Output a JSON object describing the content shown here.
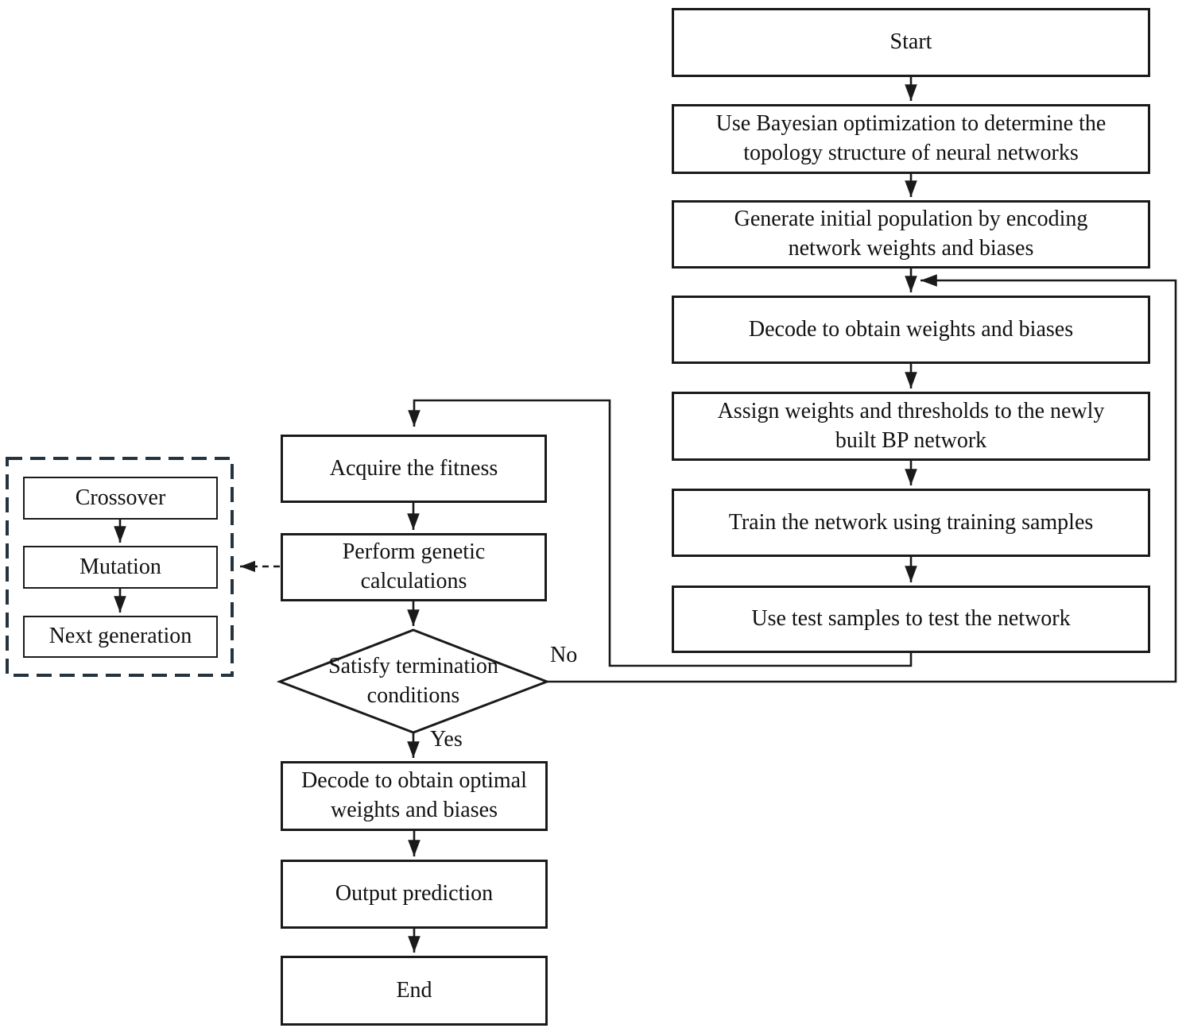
{
  "flowchart": {
    "right_column": {
      "start": "Start",
      "bayesian": "Use Bayesian optimization to determine the\ntopology structure of neural networks",
      "generate": "Generate initial population by encoding\nnetwork weights and biases",
      "decode": "Decode to obtain weights and biases",
      "assign": "Assign weights and thresholds to the newly\nbuilt BP network",
      "train": "Train the network using training samples",
      "test": "Use test samples to test the network"
    },
    "middle_column": {
      "acquire": "Acquire the fitness",
      "perform": "Perform genetic\ncalculations",
      "decision": "Satisfy termination\nconditions",
      "decode_optimal": "Decode to obtain optimal\nweights and biases",
      "output": "Output prediction",
      "end": "End"
    },
    "genetic_ops_group": {
      "crossover": "Crossover",
      "mutation": "Mutation",
      "next_generation": "Next generation"
    },
    "edge_labels": {
      "yes": "Yes",
      "no": "No"
    },
    "colors": {
      "line": "#1a1a1a",
      "text": "#111111",
      "dashed_group_border": "#24333e",
      "node_fill": "#ffffff",
      "background": "#ffffff"
    }
  }
}
